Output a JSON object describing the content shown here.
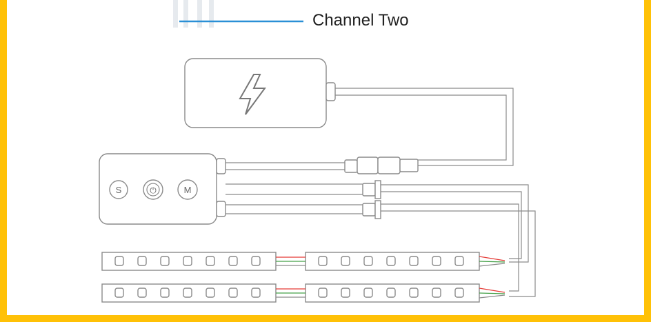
{
  "header": {
    "legend_label": "Channel Two",
    "legend_line_color": "#2a8fd6"
  },
  "controller": {
    "buttons": [
      {
        "label": "S",
        "name": "s-button"
      },
      {
        "label": "⏻",
        "name": "power-button"
      },
      {
        "label": "M",
        "name": "m-button"
      }
    ]
  },
  "power_adapter": {
    "icon": "lightning-bolt-icon"
  },
  "colors": {
    "frame": "#ffc107",
    "wire_red": "#e53935",
    "wire_green": "#43a047",
    "wire_gray": "#8a8a8a"
  }
}
